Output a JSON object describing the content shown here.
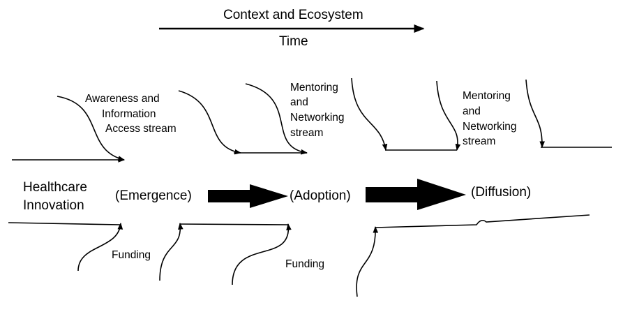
{
  "header": {
    "context": "Context and Ecosystem",
    "time": "Time"
  },
  "start_label": [
    "Healthcare",
    "Innovation"
  ],
  "stages": [
    "(Emergence)",
    "(Adoption)",
    "(Diffusion)"
  ],
  "upper_streams": [
    {
      "lines": [
        "Awareness and",
        "Information",
        "Access stream"
      ]
    },
    {
      "lines": [
        "Mentoring",
        "and",
        "Networking",
        "stream"
      ]
    },
    {
      "lines": [
        "Mentoring",
        "and",
        "Networking",
        "stream"
      ]
    }
  ],
  "lower_streams": [
    {
      "label": "Funding"
    },
    {
      "label": "Funding"
    }
  ]
}
